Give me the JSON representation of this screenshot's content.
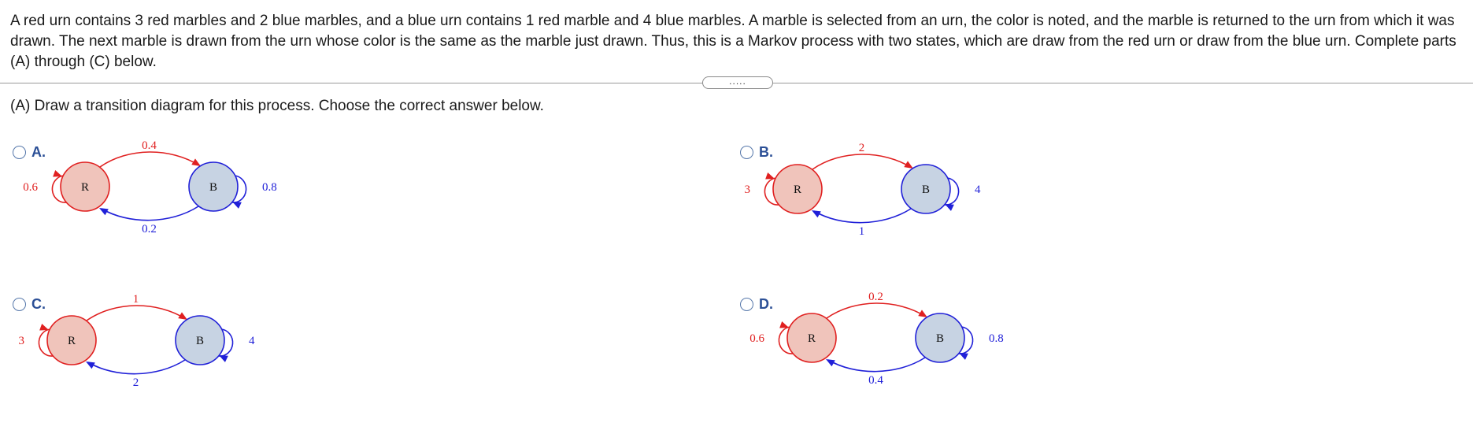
{
  "problem": {
    "text": "A red urn contains 3 red marbles and 2 blue marbles, and a blue urn contains 1 red marble and 4 blue marbles. A marble is selected from an urn, the color is noted, and the marble is returned to the urn from which it was drawn. The next marble is drawn from the urn whose color is the same as the marble just drawn. Thus, this is a Markov process with two states, which are draw from the red urn or draw from the blue urn. Complete parts (A) through (C) below."
  },
  "expand_button": {
    "label": "....."
  },
  "part_a": {
    "prompt": "(A) Draw a transition diagram for this process. Choose the correct answer below."
  },
  "colors": {
    "red_stroke": "#e02020",
    "red_fill": "#f0c4bb",
    "blue_stroke": "#2020d8",
    "blue_fill": "#c7d3e3",
    "option_label": "#2b4f96"
  },
  "options": [
    {
      "label": "A.",
      "node_r": "R",
      "node_b": "B",
      "self_r": "0.6",
      "r_to_b": "0.4",
      "b_to_r": "0.2",
      "self_b": "0.8"
    },
    {
      "label": "B.",
      "node_r": "R",
      "node_b": "B",
      "self_r": "3",
      "r_to_b": "2",
      "b_to_r": "1",
      "self_b": "4"
    },
    {
      "label": "C.",
      "node_r": "R",
      "node_b": "B",
      "self_r": "3",
      "r_to_b": "1",
      "b_to_r": "2",
      "self_b": "4"
    },
    {
      "label": "D.",
      "node_r": "R",
      "node_b": "B",
      "self_r": "0.6",
      "r_to_b": "0.2",
      "b_to_r": "0.4",
      "self_b": "0.8"
    }
  ]
}
